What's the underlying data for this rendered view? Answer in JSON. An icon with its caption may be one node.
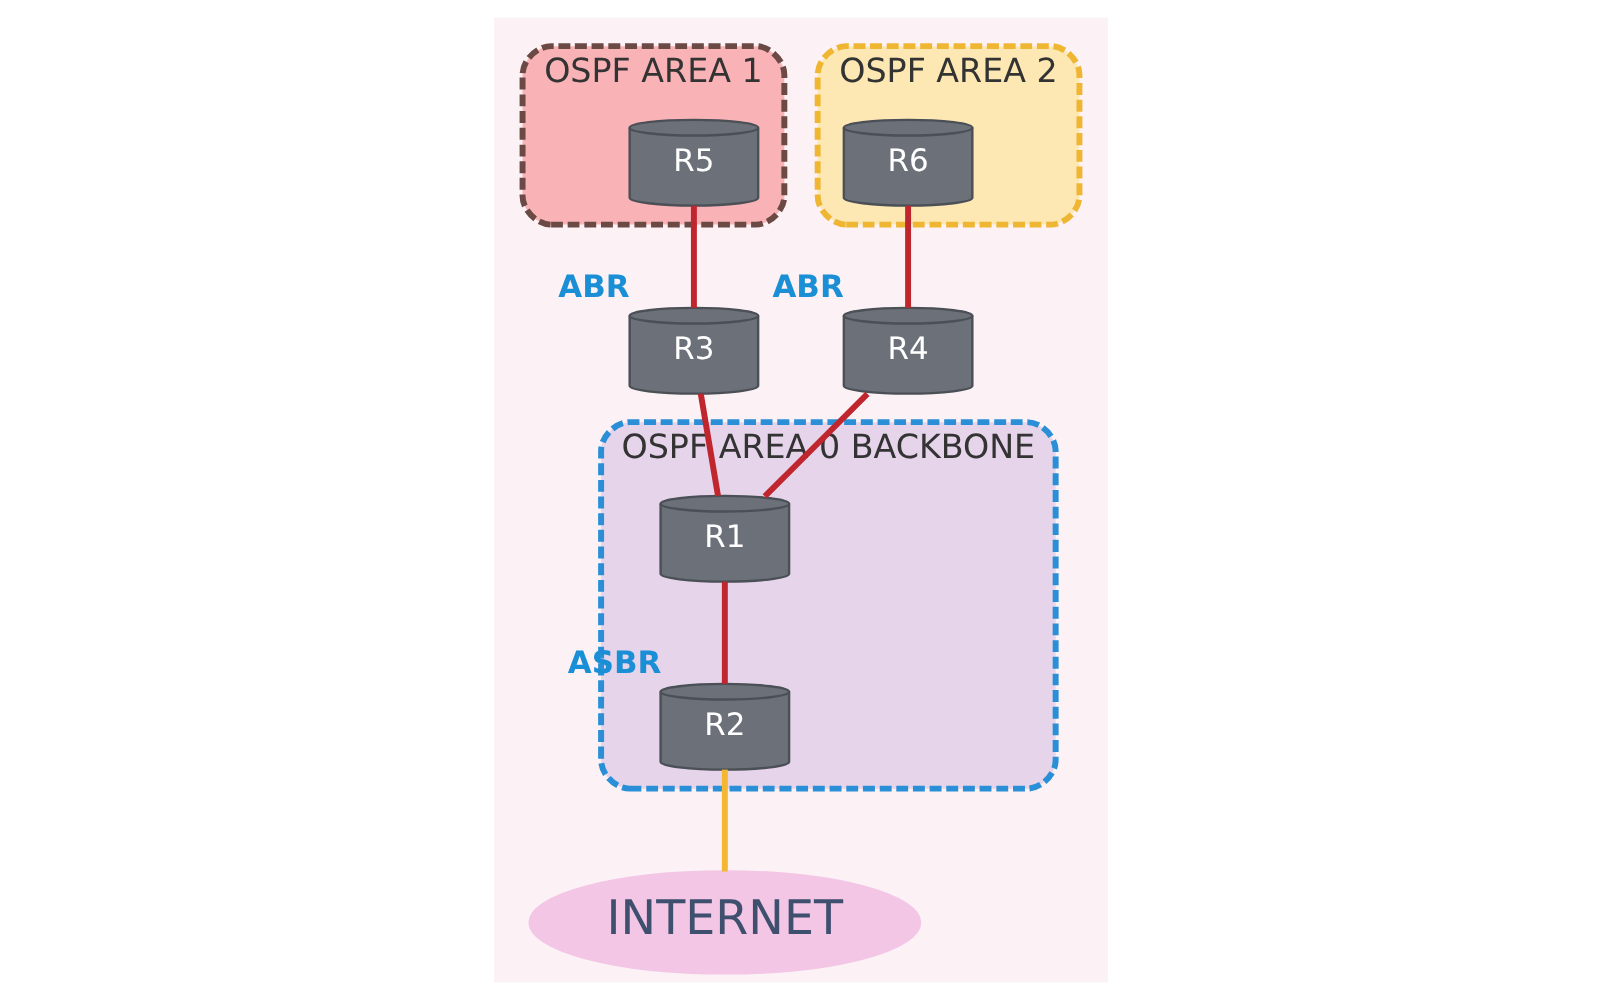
{
  "diagram": {
    "nodes": [
      {
        "text": [
          "OSPF AREA 1"
        ]
      },
      {
        "text": [
          "OSPF AREA 2"
        ]
      },
      {
        "text": [
          "OSPF AREA 0 BACKBONE"
        ]
      },
      {
        "text": [
          "R5"
        ],
        "in": 0
      },
      {
        "text": [
          "R6"
        ],
        "in": 1
      },
      {
        "text": [
          "R3"
        ],
        "beside": [
          "ABR"
        ]
      },
      {
        "text": [
          "R4"
        ],
        "beside": [
          "ABR"
        ]
      },
      {
        "text": [
          "R1"
        ],
        "in": 2
      },
      {
        "text": [
          "R2"
        ],
        "beside": [
          "ASBR"
        ],
        "in": 2
      },
      {
        "text": [
          "INTERNET"
        ]
      }
    ],
    "edges": [
      {
        "from": 3,
        "to": 5,
        "arrow": "none"
      },
      {
        "from": 4,
        "to": 6,
        "arrow": "none"
      },
      {
        "from": 5,
        "to": 7,
        "arrow": "none"
      },
      {
        "from": 6,
        "to": 7,
        "arrow": "none"
      },
      {
        "from": 7,
        "to": 8,
        "arrow": "none"
      },
      {
        "from": 8,
        "to": 9,
        "arrow": "none",
        "color": "#f5b731"
      }
    ]
  }
}
